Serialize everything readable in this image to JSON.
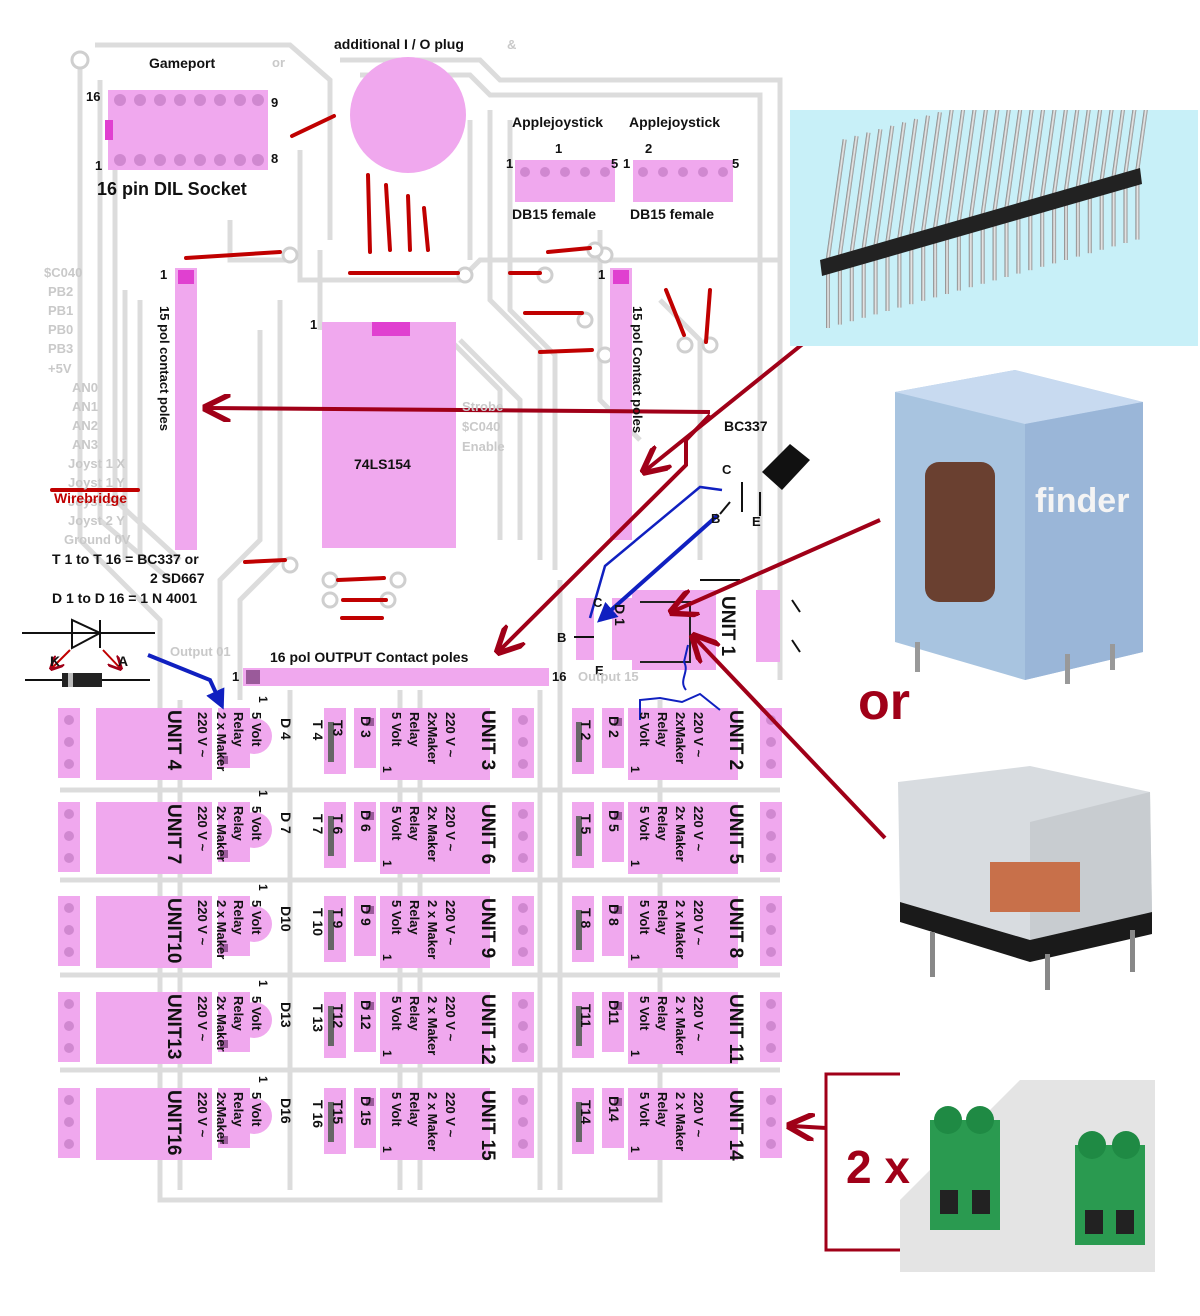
{
  "labels": {
    "additional_plug": "additional I / O plug",
    "amp": "&",
    "or_small": "or",
    "gameport": "Gameport",
    "dil_socket": "16 pin DIL Socket",
    "applejoystick": "Applejoystick",
    "db15_female": "DB15 female",
    "contact_poles_left": "15 pol contact poles",
    "contact_poles_right": "15 pol Contact poles",
    "chip": "74LS154",
    "output_poles": "16 pol OUTPUT Contact poles",
    "output_01": "Output 01",
    "output_15": "Output 15",
    "bc337": "BC337",
    "wirebridge": "Wirebridge",
    "transistor_note_1": "T 1 to T 16 = BC337 or",
    "transistor_note_2": "2 SD667",
    "diode_note": "D 1 to D 16 = 1 N 4001",
    "diode_k": "K",
    "diode_a": "A",
    "pin_c": "C",
    "pin_b": "B",
    "pin_e": "E",
    "d1": "D 1",
    "unit1": "UNIT 1",
    "or_big": "or",
    "two_x": "2 x",
    "strobe": "Strobe",
    "c040_enable": "$C040",
    "enable": "Enable"
  },
  "pins": {
    "gp16": "16",
    "gp9": "9",
    "gp1": "1",
    "gp8": "8",
    "aj1a": "1",
    "aj1b": "1",
    "aj5a": "5",
    "aj1c": "1",
    "aj2": "2",
    "aj5b": "5",
    "p1": "1",
    "out1": "1",
    "out16": "16"
  },
  "signals": [
    "$C040",
    "PB2",
    "PB1",
    "PB0",
    "PB3",
    "+5V",
    "AN0",
    "AN1",
    "AN2",
    "AN3",
    "Joyst 1 X",
    "Joyst 1 Y",
    "Joyst 2 X",
    "Joyst 2 Y",
    "Ground 0V"
  ],
  "units": [
    {
      "title": "UNIT 4",
      "lines": [
        "5 Volt",
        "Relay",
        "2 x Maker",
        "220 V ~"
      ],
      "t": "T 4",
      "d": "D 4"
    },
    {
      "title": "UNIT 3",
      "lines": [
        "5 Volt",
        "Relay",
        "2xMaker",
        "220 V ~"
      ],
      "t": "T3",
      "d": "D 3"
    },
    {
      "title": "UNIT 2",
      "lines": [
        "5 Volt",
        "Relay",
        "2xMaker",
        "220 V ~"
      ],
      "t": "T 2",
      "d": "D 2"
    },
    {
      "title": "UNIT 7",
      "lines": [
        "5 Volt",
        "Relay",
        "2x Maker",
        "220 V ~"
      ],
      "t": "T 7",
      "d": "D 7"
    },
    {
      "title": "UNIT 6",
      "lines": [
        "5 Volt",
        "Relay",
        "2x Maker",
        "220 V ~"
      ],
      "t": "T 6",
      "d": "D 6"
    },
    {
      "title": "UNIT 5",
      "lines": [
        "5 Volt",
        "Relay",
        "2x Maker",
        "220 V ~"
      ],
      "t": "T 5",
      "d": "D 5"
    },
    {
      "title": "UNIT10",
      "lines": [
        "5 Volt",
        "Relay",
        "2 x Maker",
        "220 V ~"
      ],
      "t": "T 10",
      "d": "D10"
    },
    {
      "title": "UNIT 9",
      "lines": [
        "5 Volt",
        "Relay",
        "2 x Maker",
        "220 V ~"
      ],
      "t": "T 9",
      "d": "D 9"
    },
    {
      "title": "UNIT 8",
      "lines": [
        "5 Volt",
        "Relay",
        "2 x Maker",
        "220 V ~"
      ],
      "t": "T 8",
      "d": "D 8"
    },
    {
      "title": "UNIT13",
      "lines": [
        "5 Volt",
        "Relay",
        "2x Maker",
        "220 V ~"
      ],
      "t": "T 13",
      "d": "D13"
    },
    {
      "title": "UNIT 12",
      "lines": [
        "5 Volt",
        "Relay",
        "2 x Maker",
        "220 V ~"
      ],
      "t": "T12",
      "d": "D 12"
    },
    {
      "title": "UNIT 11",
      "lines": [
        "5 Volt",
        "Relay",
        "2 x Maker",
        "220 V ~"
      ],
      "t": "T11",
      "d": "D11"
    },
    {
      "title": "UNIT16",
      "lines": [
        "5 Volt",
        "Relay",
        "2xMaker",
        "220 V ~"
      ],
      "t": "T 16",
      "d": "D16"
    },
    {
      "title": "UNIT 15",
      "lines": [
        "5 Volt",
        "Relay",
        "2 x Maker",
        "220 V ~"
      ],
      "t": "T15",
      "d": "D 15"
    },
    {
      "title": "UNIT 14",
      "lines": [
        "5 Volt",
        "Relay",
        "2 x Maker",
        "220 V ~"
      ],
      "t": "T14",
      "d": "D14"
    }
  ],
  "unit_pin": "1",
  "colors": {
    "pcb_pink": "#f0a8ee",
    "trace_grey": "#d8d8d8",
    "wire_red": "#c00000",
    "arrow_red": "#a00018",
    "arrow_blue": "#1020c0",
    "chip_magenta": "#e040d0"
  }
}
